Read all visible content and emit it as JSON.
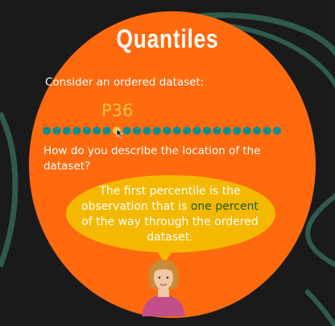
{
  "title": "Quantiles",
  "intro_text": "Consider an ordered dataset:",
  "marker_label": "P36",
  "dataset": {
    "dot_count": 24,
    "highlighted_index": 7
  },
  "question_text": "How do you describe the location of the dataset?",
  "bubble": {
    "part1": "The first percentile is the observation that is ",
    "highlight": "one percent",
    "part2": " of the way through the ordered dataset."
  },
  "colors": {
    "background": "#1a1a1a",
    "circle": "#ff6a0e",
    "dot": "#0f8c8c",
    "highlight_dot": "#f5c242",
    "bubble": "#f5b800",
    "swirl": "#2f5a4e"
  },
  "icons": {
    "avatar": "presenter-avatar"
  }
}
